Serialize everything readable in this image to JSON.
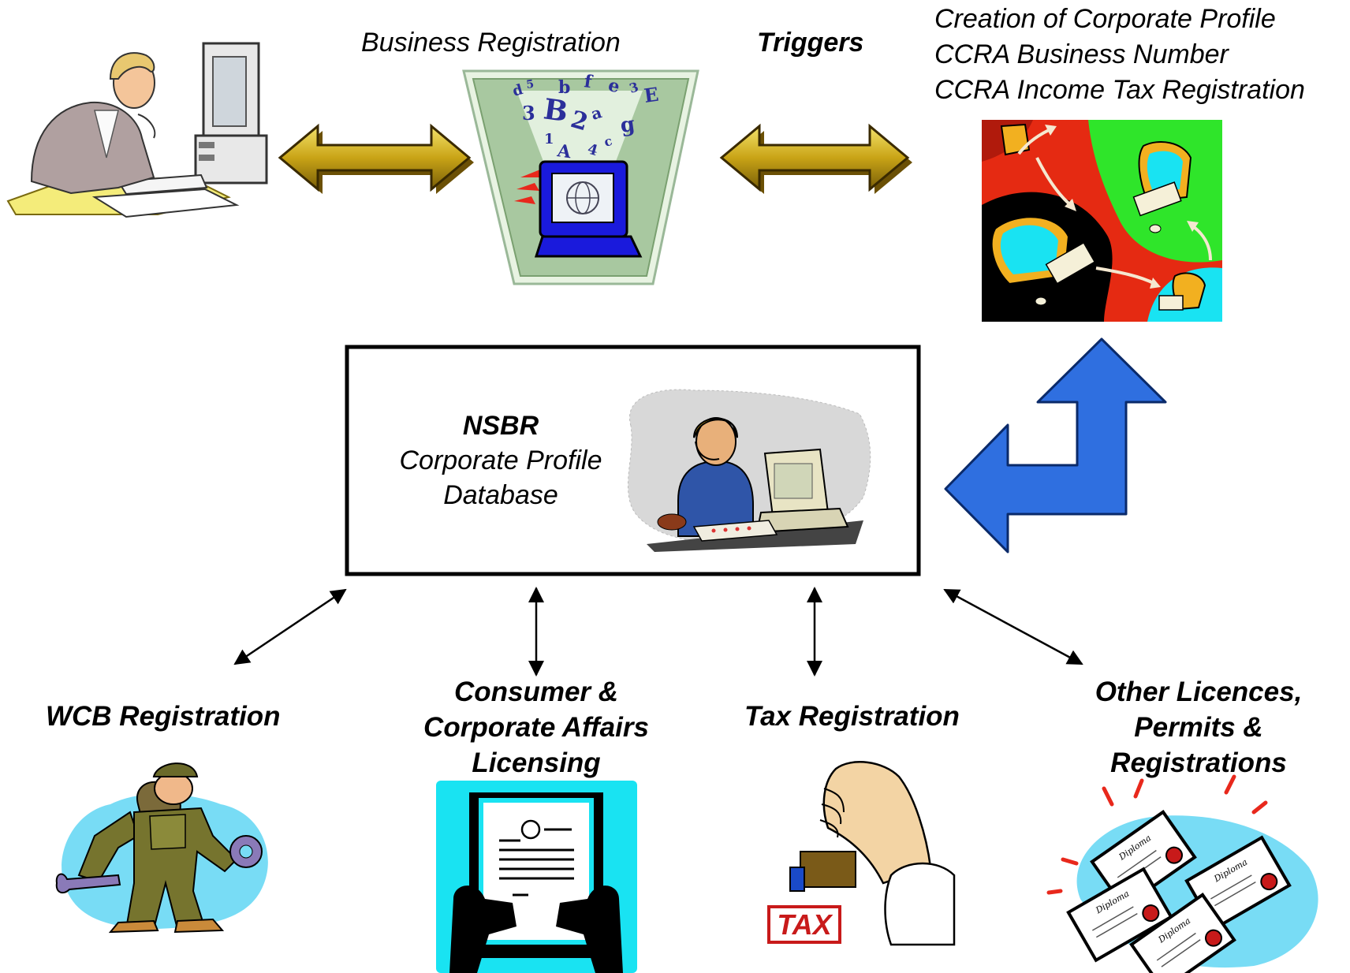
{
  "top": {
    "business_registration": "Business Registration",
    "triggers": "Triggers",
    "outcomes": [
      "Creation of Corporate Profile",
      "CCRA Business Number",
      "CCRA Income Tax Registration"
    ],
    "code_glyphs": [
      "d",
      "5",
      "b",
      "f",
      "e",
      "3",
      "E",
      "3",
      "B",
      "2",
      "a",
      "g",
      "1",
      "A",
      "4",
      "c"
    ]
  },
  "center": {
    "title": "NSBR",
    "line1": "Corporate Profile",
    "line2": "Database"
  },
  "bottom": {
    "wcb": "WCB Registration",
    "consumer": [
      "Consumer &",
      "Corporate Affairs",
      "Licensing"
    ],
    "tax": "Tax Registration",
    "other": [
      "Other Licences,",
      "Permits &",
      "Registrations"
    ],
    "tax_stamp": "TAX",
    "diploma_text": "Diploma"
  },
  "colors": {
    "gold_arrow": "#b8960c",
    "blue_arrow": "#2f6fe0",
    "cyan": "#19e3f2",
    "red": "#e52a12",
    "green": "#2fe52a"
  }
}
